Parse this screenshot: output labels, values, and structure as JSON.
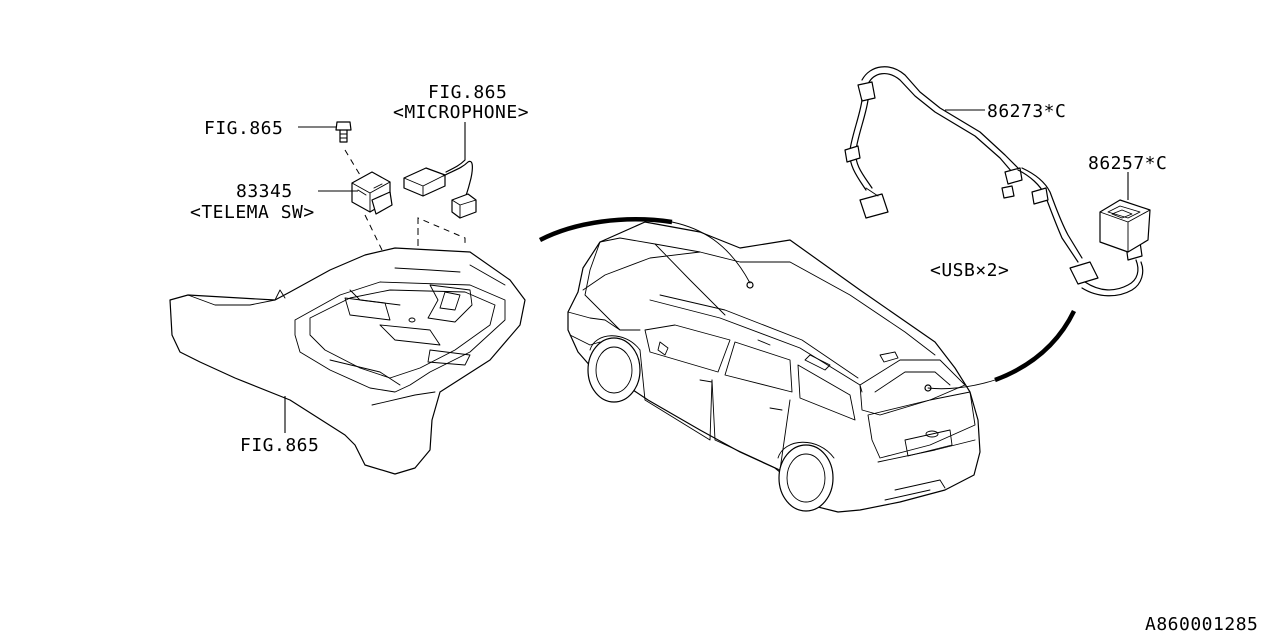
{
  "labels": {
    "fig_bolt": "FIG.865",
    "fig_microphone": "FIG.865",
    "microphone": "<MICROPHONE>",
    "part_83345": "83345",
    "telema_sw": "<TELEMA SW>",
    "fig_console": "FIG.865",
    "part_86273": "86273*C",
    "part_86257": "86257*C",
    "usb": "<USB×2>",
    "diagram_id": "A860001285"
  }
}
